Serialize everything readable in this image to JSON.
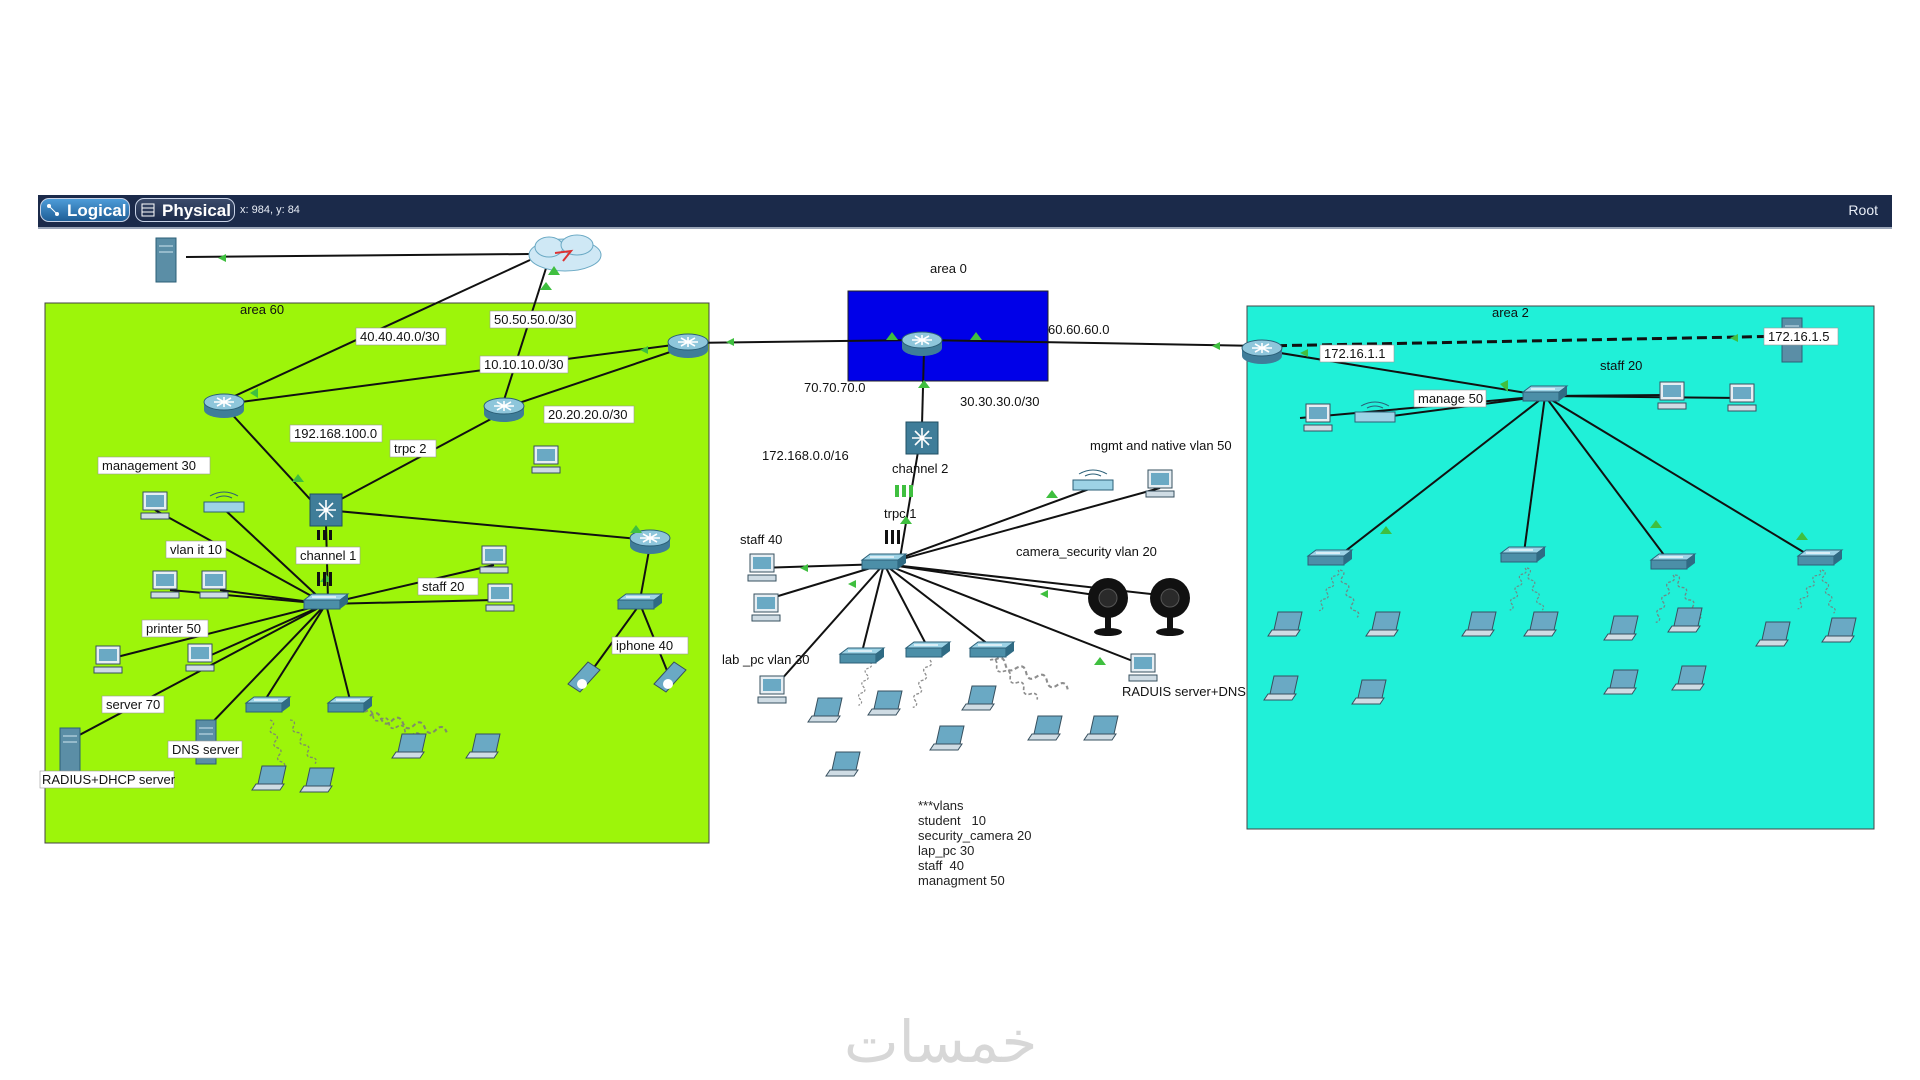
{
  "toolbar": {
    "logical_tab": "Logical",
    "physical_tab": "Physical",
    "coords": "x: 984, y: 84",
    "root": "Root"
  },
  "areas": {
    "area60": "area 60",
    "area0": "area 0",
    "area2": "area 2"
  },
  "links": {
    "l40": "40.40.40.0/30",
    "l50": "50.50.50.0/30",
    "l10": "10.10.10.0/30",
    "l20": "20.20.20.0/30",
    "l192": "192.168.100.0",
    "l60": "60.60.60.0",
    "l70": "70.70.70.0",
    "l30": "30.30.30.0/30",
    "l172": "172.168.0.0/16",
    "ip1": "172.16.1.1",
    "ip5": "172.16.1.5"
  },
  "left": {
    "management": "management  30",
    "vlan10": "vlan it 10",
    "channel1": "channel 1",
    "staff20": "staff  20",
    "printer": "printer 50",
    "server70": "server 70",
    "dns": "DNS server",
    "radius": "RADIUS+DHCP server",
    "iphone": "iphone 40",
    "trpc2": "trpc 2"
  },
  "center": {
    "channel2": "channel 2",
    "trpc1": "trpc 1",
    "mgmt": "mgmt and native vlan 50",
    "camera": "camera_security vlan 20",
    "staff40": "staff 40",
    "labpc": "lab _pc  vlan 30",
    "radius_dns": "RADUIS server+DNS"
  },
  "right": {
    "manage": "manage 50",
    "staff20": "staff 20"
  },
  "notes": [
    "***vlans",
    "student   10",
    "security_camera 20",
    "lap_pc 30",
    "staff  40",
    "managment 50"
  ],
  "watermark": "خمسات",
  "colors": {
    "area60": "#9df50a",
    "area0": "#0000e8",
    "area2": "#20f0d8",
    "toolbar": "#1b2a4a"
  }
}
